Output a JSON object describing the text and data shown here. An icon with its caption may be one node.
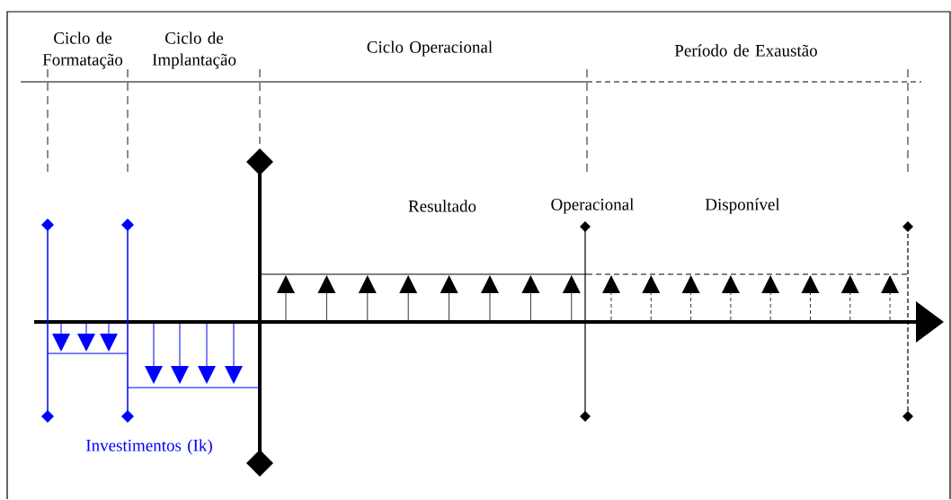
{
  "diagram": {
    "labels": [
      "Ciclo de Formatação",
      "Ciclo de Implantação",
      "Ciclo Operacional",
      "Período de Exaustão",
      "Resultado",
      "Operacional",
      "Disponível",
      "Investimentos (Ik)"
    ]
  }
}
